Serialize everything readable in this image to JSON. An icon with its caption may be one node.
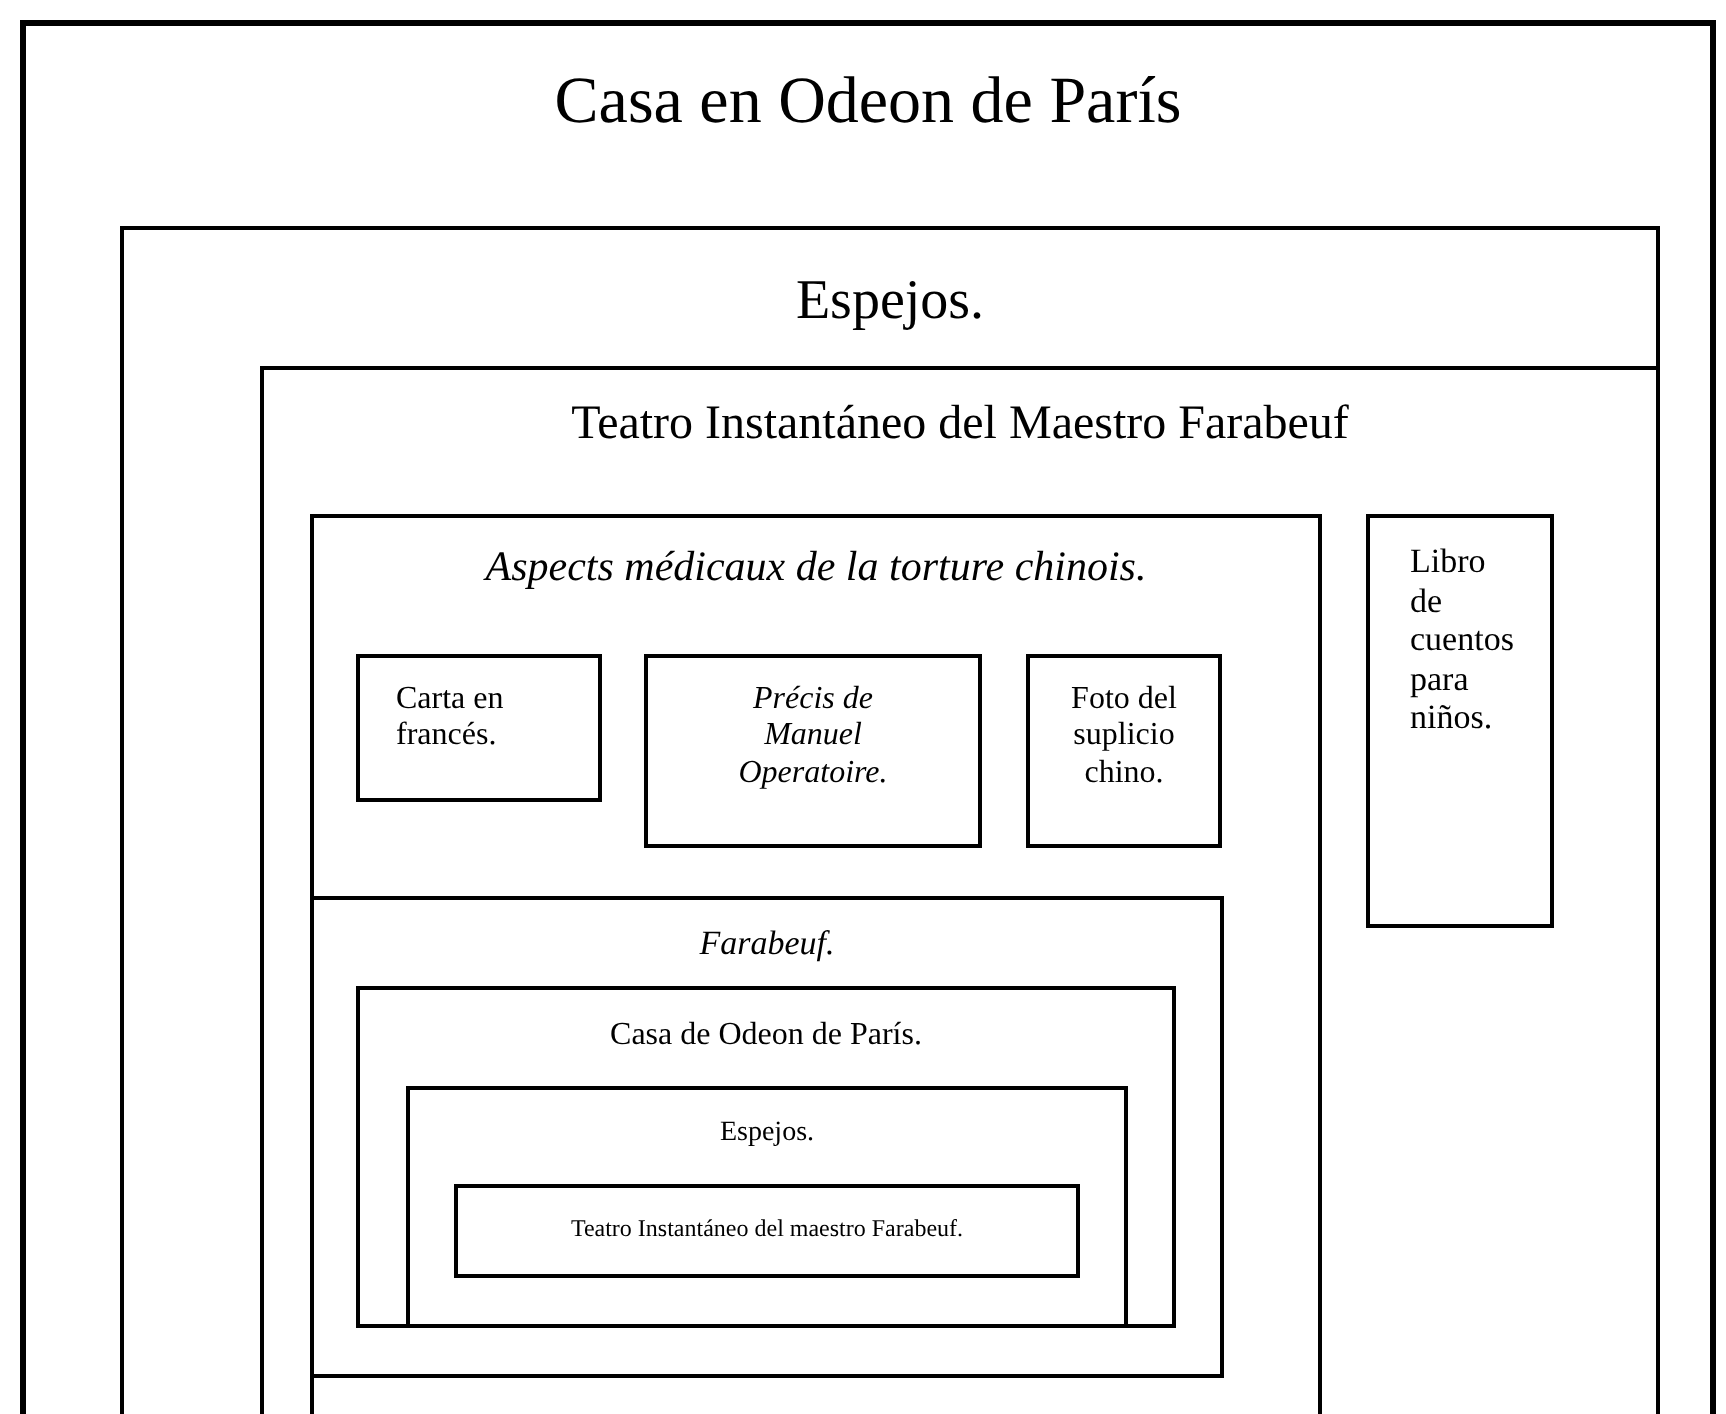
{
  "diagram": {
    "nodes": [
      {
        "text": [
          "Casa en Odeon de París"
        ]
      },
      {
        "text": [
          "Espejos."
        ],
        "in": 0
      },
      {
        "text": [
          "Teatro Instantáneo del Maestro Farabeuf"
        ],
        "in": 1
      },
      {
        "text": [
          "Aspects médicaux de la torture chinois."
        ],
        "in": 2
      },
      {
        "text": [
          "Carta en francés."
        ],
        "in": 3
      },
      {
        "text": [
          "Précis de Manuel Operatoire."
        ],
        "in": 3
      },
      {
        "text": [
          "Foto del suplicio chino."
        ],
        "in": 3
      },
      {
        "text": [
          "Libro de cuentos para niños."
        ],
        "in": 2
      },
      {
        "text": [
          "Farabeuf."
        ],
        "in": 3
      },
      {
        "text": [
          "Casa de Odeon de París."
        ],
        "in": 8
      },
      {
        "text": [
          "Espejos."
        ],
        "in": 9
      },
      {
        "text": [
          "Teatro Instantáneo del maestro Farabeuf."
        ],
        "in": 10
      }
    ],
    "edges": []
  }
}
